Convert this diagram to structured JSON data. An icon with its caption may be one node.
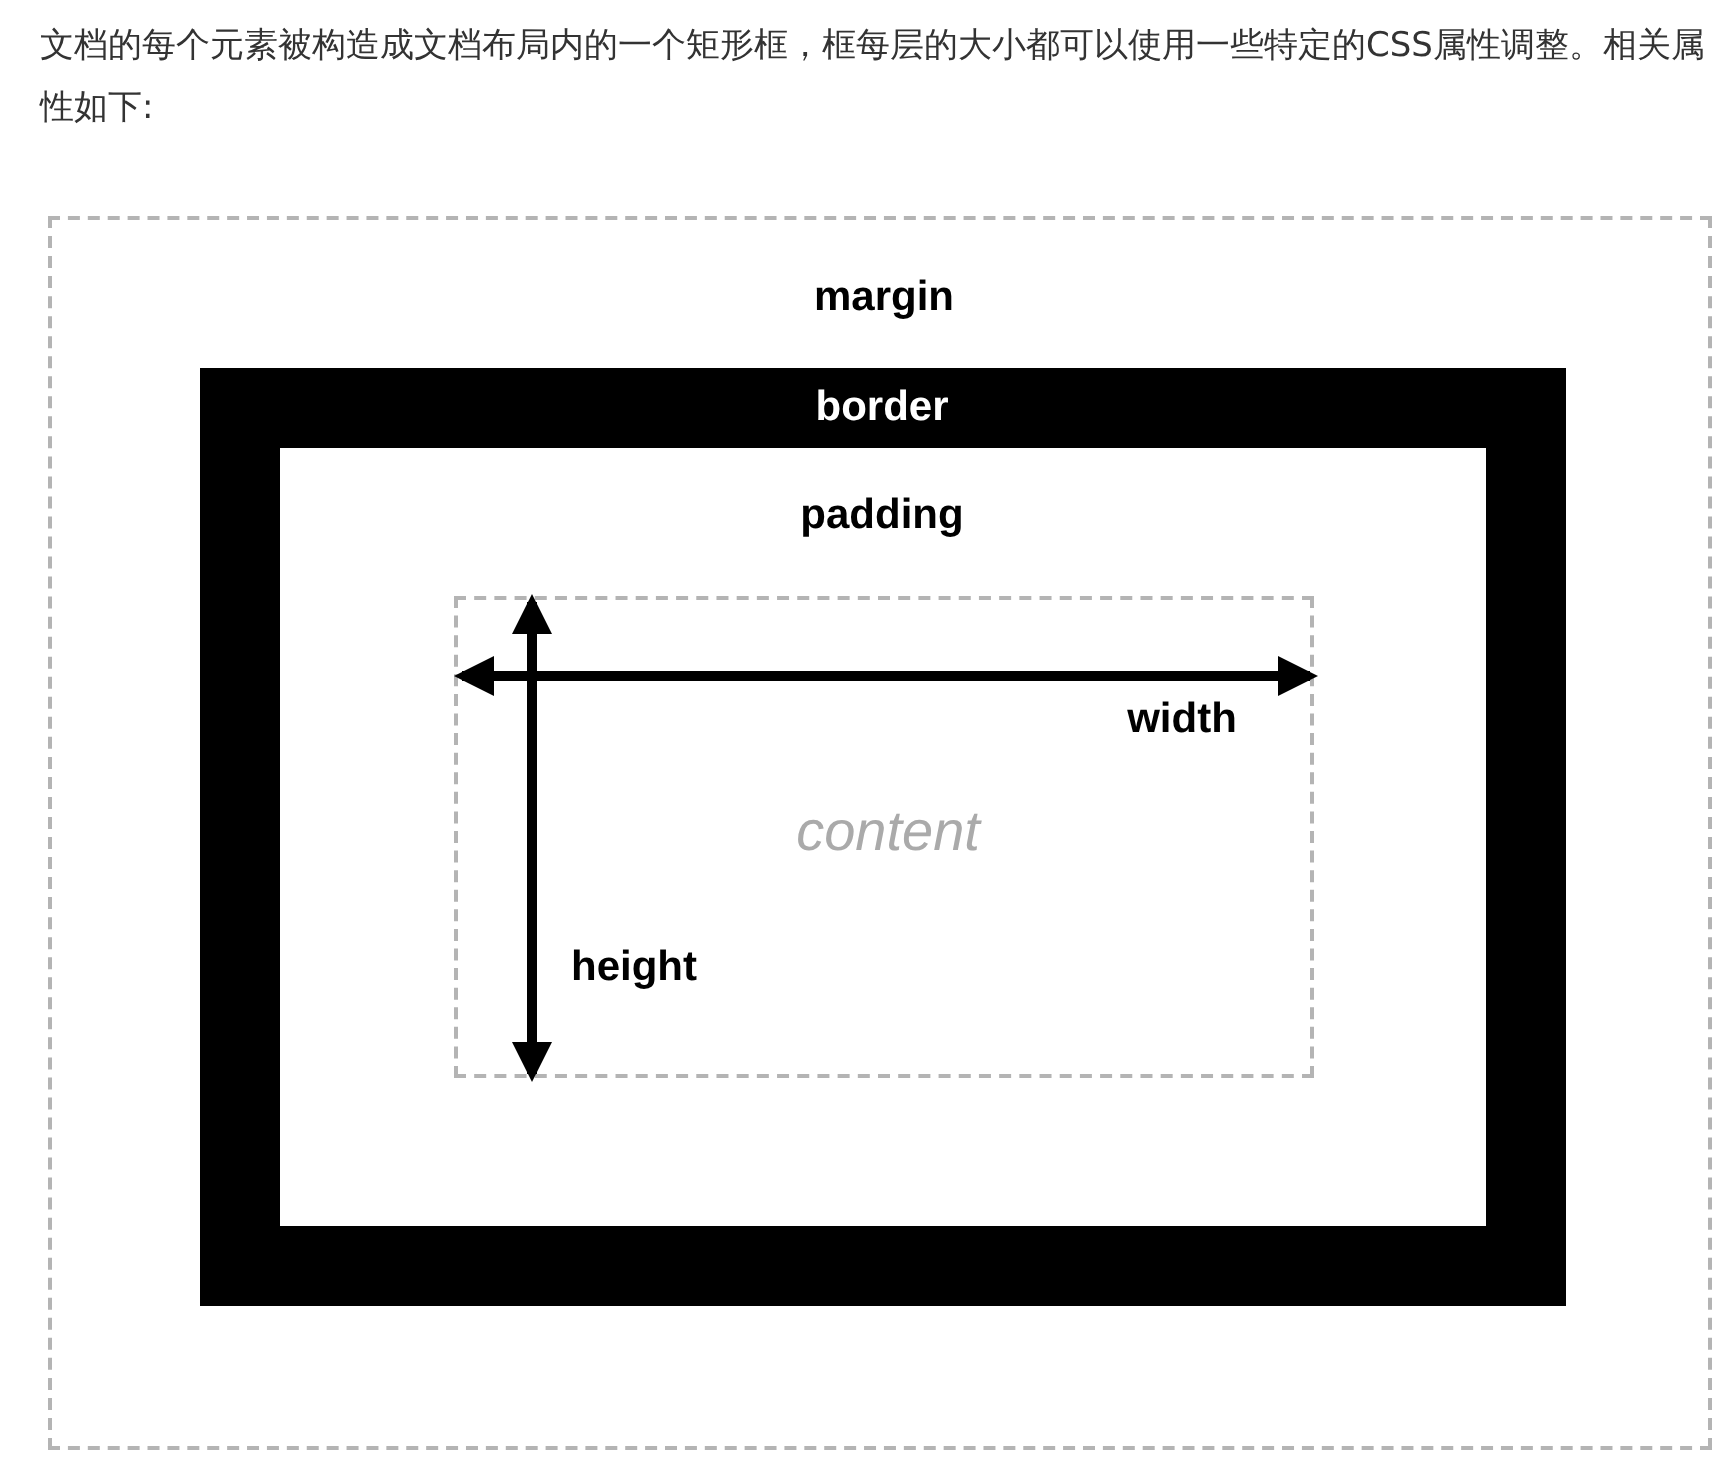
{
  "diagram": {
    "title": "文档的每个元素被构造成文档布局内的一个矩形框，框每层的大小都可以使用一些特定的CSS属性调整。相关属性如下:",
    "nodes": [
      {
        "text": [
          "margin"
        ]
      },
      {
        "text": [
          "border"
        ],
        "in": 0
      },
      {
        "text": [
          "padding"
        ],
        "in": 1
      },
      {
        "text": [
          "content"
        ],
        "in": 2
      }
    ],
    "labels": [
      "width",
      "height"
    ]
  }
}
